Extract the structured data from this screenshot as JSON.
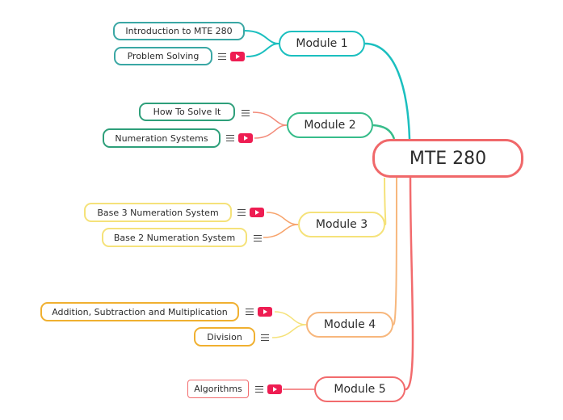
{
  "root": {
    "title": "MTE 280"
  },
  "modules": [
    {
      "label": "Module 1",
      "color": "#1bbfbf",
      "topics": [
        {
          "label": "Introduction to MTE 280",
          "icons": []
        },
        {
          "label": "Problem Solving",
          "icons": [
            "notes-icon",
            "youtube-icon"
          ]
        }
      ]
    },
    {
      "label": "Module 2",
      "color": "#37bc8a",
      "topics": [
        {
          "label": "How To Solve It",
          "icons": [
            "notes-icon"
          ]
        },
        {
          "label": "Numeration Systems",
          "icons": [
            "notes-icon",
            "youtube-icon"
          ]
        }
      ]
    },
    {
      "label": "Module 3",
      "color": "#f5e27a",
      "topics": [
        {
          "label": "Base 3 Numeration System",
          "icons": [
            "notes-icon",
            "youtube-icon"
          ]
        },
        {
          "label": "Base 2 Numeration System",
          "icons": [
            "notes-icon"
          ]
        }
      ]
    },
    {
      "label": "Module 4",
      "color": "#f7b77d",
      "topics": [
        {
          "label": "Addition, Subtraction and Multiplication",
          "icons": [
            "notes-icon",
            "youtube-icon"
          ]
        },
        {
          "label": "Division",
          "icons": [
            "notes-icon"
          ]
        }
      ]
    },
    {
      "label": "Module 5",
      "color": "#f26b6d",
      "topics": [
        {
          "label": "Algorithms",
          "icons": [
            "notes-icon",
            "youtube-icon"
          ]
        }
      ]
    }
  ],
  "colors": {
    "root_border": "#f0686a",
    "module3_topic_border": "#f5e27a",
    "module4_topic_border": "#f0b030",
    "module5_topic_border": "#f26b6d",
    "module2_topic_border": "#2e9f7a",
    "module1_topic_border": "#3aa7a4",
    "youtube": "#ee1d52"
  }
}
